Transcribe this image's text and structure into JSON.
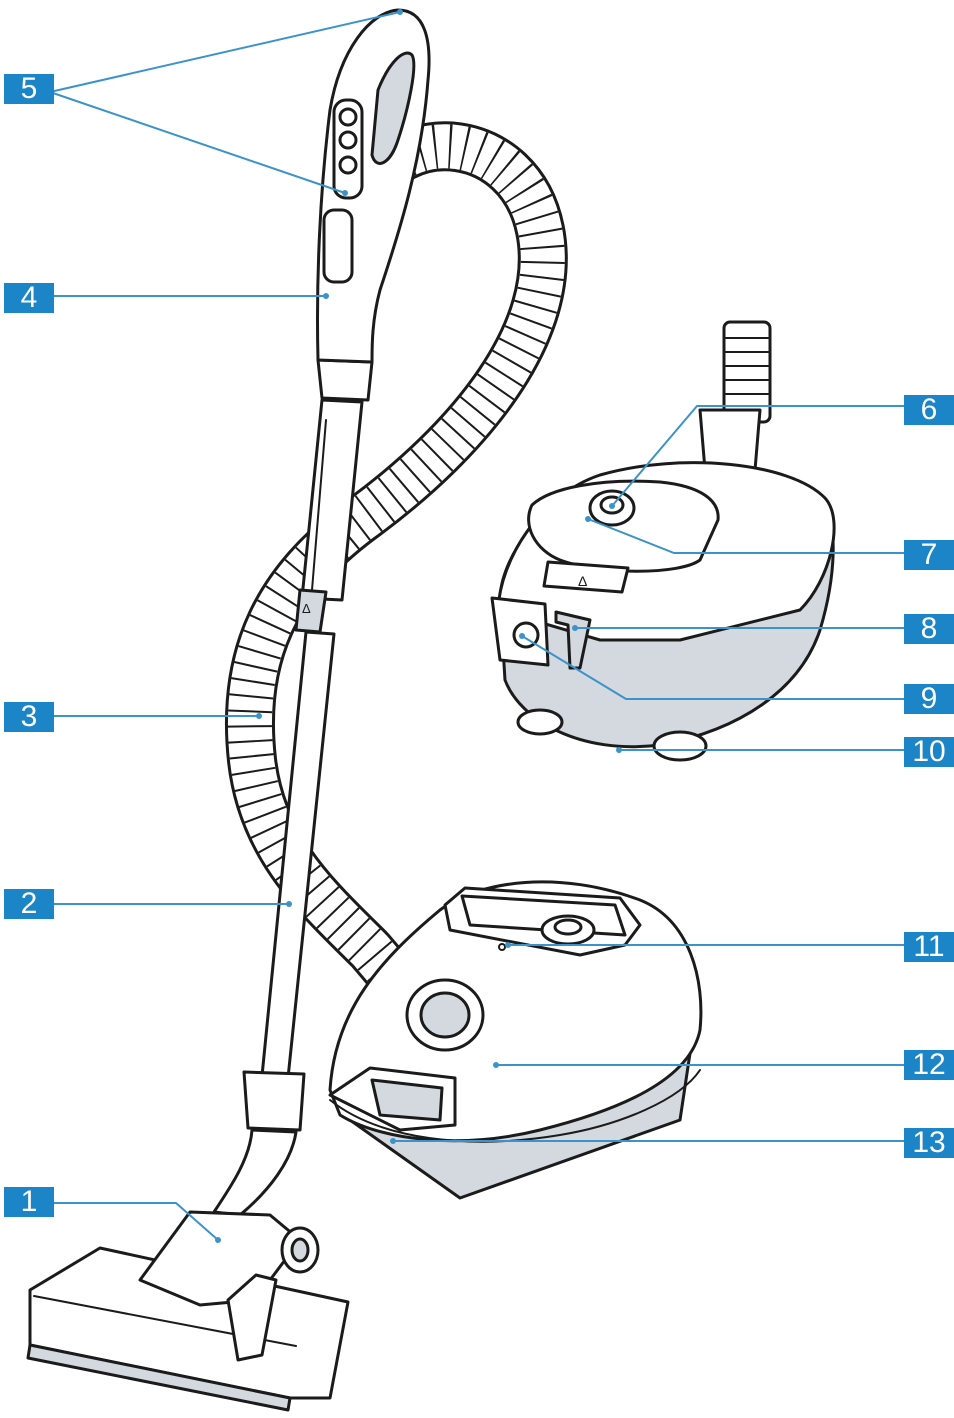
{
  "colors": {
    "label_fill": "#1c85c8",
    "leader": "#3c93c9",
    "outline": "#1b1b1b",
    "shade": "#d4d8df",
    "body": "#ffffff"
  },
  "callouts": [
    {
      "id": "1",
      "label": "1"
    },
    {
      "id": "2",
      "label": "2"
    },
    {
      "id": "3",
      "label": "3"
    },
    {
      "id": "4",
      "label": "4"
    },
    {
      "id": "5",
      "label": "5"
    },
    {
      "id": "6",
      "label": "6"
    },
    {
      "id": "7",
      "label": "7"
    },
    {
      "id": "8",
      "label": "8"
    },
    {
      "id": "9",
      "label": "9"
    },
    {
      "id": "10",
      "label": "10"
    },
    {
      "id": "11",
      "label": "11"
    },
    {
      "id": "12",
      "label": "12"
    },
    {
      "id": "13",
      "label": "13"
    }
  ],
  "illustration": {
    "handle_arrow_glyph": "Δ",
    "hose_connector_glyph": "Δ"
  }
}
